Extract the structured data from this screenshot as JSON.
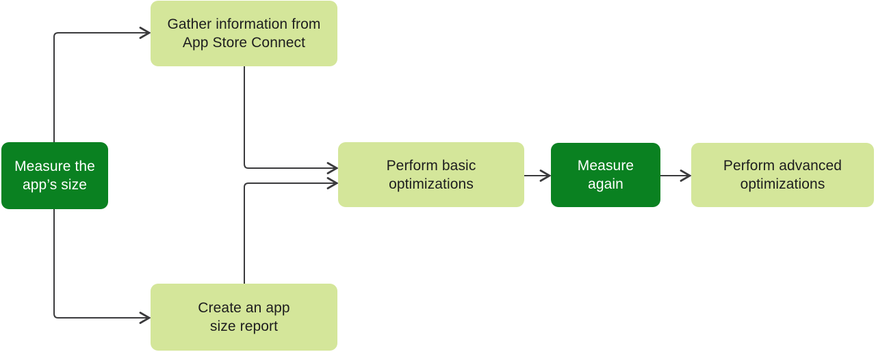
{
  "nodes": [
    {
      "id": "measure-app-size",
      "label": "Measure the\napp’s size",
      "emphasis": "primary"
    },
    {
      "id": "gather-info",
      "label": "Gather information from\nApp Store Connect",
      "emphasis": "secondary"
    },
    {
      "id": "create-report",
      "label": "Create an app\nsize report",
      "emphasis": "secondary"
    },
    {
      "id": "perform-basic",
      "label": "Perform basic\noptimizations",
      "emphasis": "secondary"
    },
    {
      "id": "measure-again",
      "label": "Measure\nagain",
      "emphasis": "primary"
    },
    {
      "id": "perform-advanced",
      "label": "Perform advanced\noptimizations",
      "emphasis": "secondary"
    }
  ],
  "edges": [
    {
      "from": "measure-app-size",
      "to": "gather-info"
    },
    {
      "from": "measure-app-size",
      "to": "create-report"
    },
    {
      "from": "gather-info",
      "to": "perform-basic"
    },
    {
      "from": "create-report",
      "to": "perform-basic"
    },
    {
      "from": "perform-basic",
      "to": "measure-again"
    },
    {
      "from": "measure-again",
      "to": "perform-advanced"
    }
  ],
  "colors": {
    "primary_node_fill": "#0a8121",
    "primary_node_text": "#ffffff",
    "secondary_node_fill": "#d4e69a",
    "secondary_node_text": "#1d1d1f",
    "connector": "#3a3a3c",
    "background": "#ffffff"
  }
}
